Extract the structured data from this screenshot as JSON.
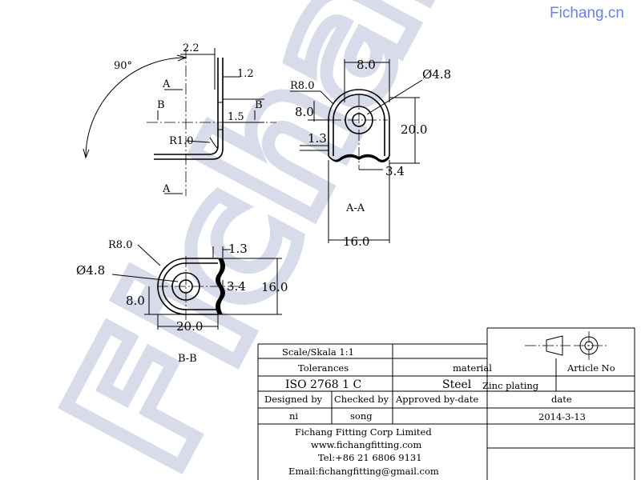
{
  "brand": "Fichang.cn",
  "watermark": "Fichang",
  "side_view": {
    "angle": "90°",
    "dim_top": "2.2",
    "dim_right": "1.2",
    "dim_mid": "1.5",
    "radius": "R1.0",
    "section_a": "A",
    "section_b": "B"
  },
  "section_aa": {
    "dim_top": "8.0",
    "radius": "R8.0",
    "hole": "Ø4.8",
    "dim_left": "8.0",
    "dim_height": "20.0",
    "dim_thick": "1.3",
    "dim_slot": "3.4",
    "dim_width": "16.0",
    "label": "A-A"
  },
  "section_bb": {
    "radius": "R8.0",
    "dim_thick": "1.3",
    "hole": "Ø4.8",
    "dim_slot": "3.4",
    "dim_height": "16.0",
    "dim_left": "8.0",
    "dim_width": "20.0",
    "label": "B-B"
  },
  "title_block": {
    "scale": "Scale/Skala  1:1",
    "tolerances": "Tolerances",
    "material_header": "material",
    "article_header": "Article No",
    "tolerance_value": "ISO 2768 1 C",
    "material_value": "Steel",
    "finish_value": "Zinc plating",
    "designed_header": "Designed by",
    "checked_header": "Checked by",
    "approved_header": "Approved by-date",
    "date_header": "date",
    "designed_value": "ni",
    "checked_value": "song",
    "date_value": "2014-3-13",
    "company": "Fichang Fitting Corp Limited",
    "website": "www.fichangfitting.com",
    "tel": "Tel:+86 21 6806 9131",
    "email": "Email:fichangfitting@gmail.com"
  }
}
